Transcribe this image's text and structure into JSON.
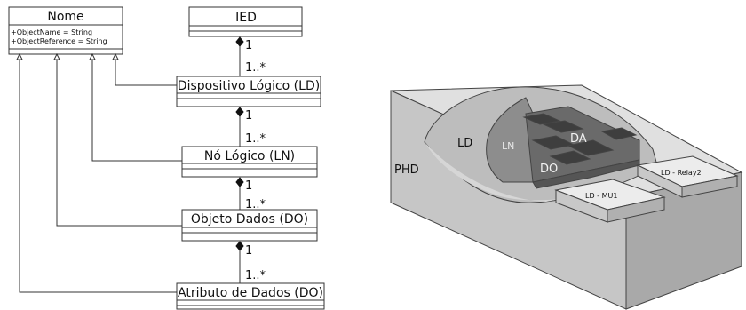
{
  "uml": {
    "nome": {
      "title": "Nome",
      "attributes": [
        "+ObjectName = String",
        "+ObjectReference = String"
      ]
    },
    "ied": {
      "title": "IED"
    },
    "ld": {
      "title": "Dispositivo Lógico (LD)"
    },
    "ln": {
      "title": "Nó Lógico (LN)"
    },
    "do": {
      "title": "Objeto Dados (DO)"
    },
    "da": {
      "title": "Atributo de Dados (DO)"
    },
    "associations": [
      {
        "one": "1",
        "many": "1..*"
      },
      {
        "one": "1",
        "many": "1..*"
      },
      {
        "one": "1",
        "many": "1..*"
      },
      {
        "one": "1",
        "many": "1..*"
      }
    ]
  },
  "model3d": {
    "phd": "PHD",
    "ld": "LD",
    "ln": "LN",
    "do": "DO",
    "da": "DA",
    "ld_mu1": "LD - MU1",
    "ld_relay2": "LD - Relay2"
  }
}
